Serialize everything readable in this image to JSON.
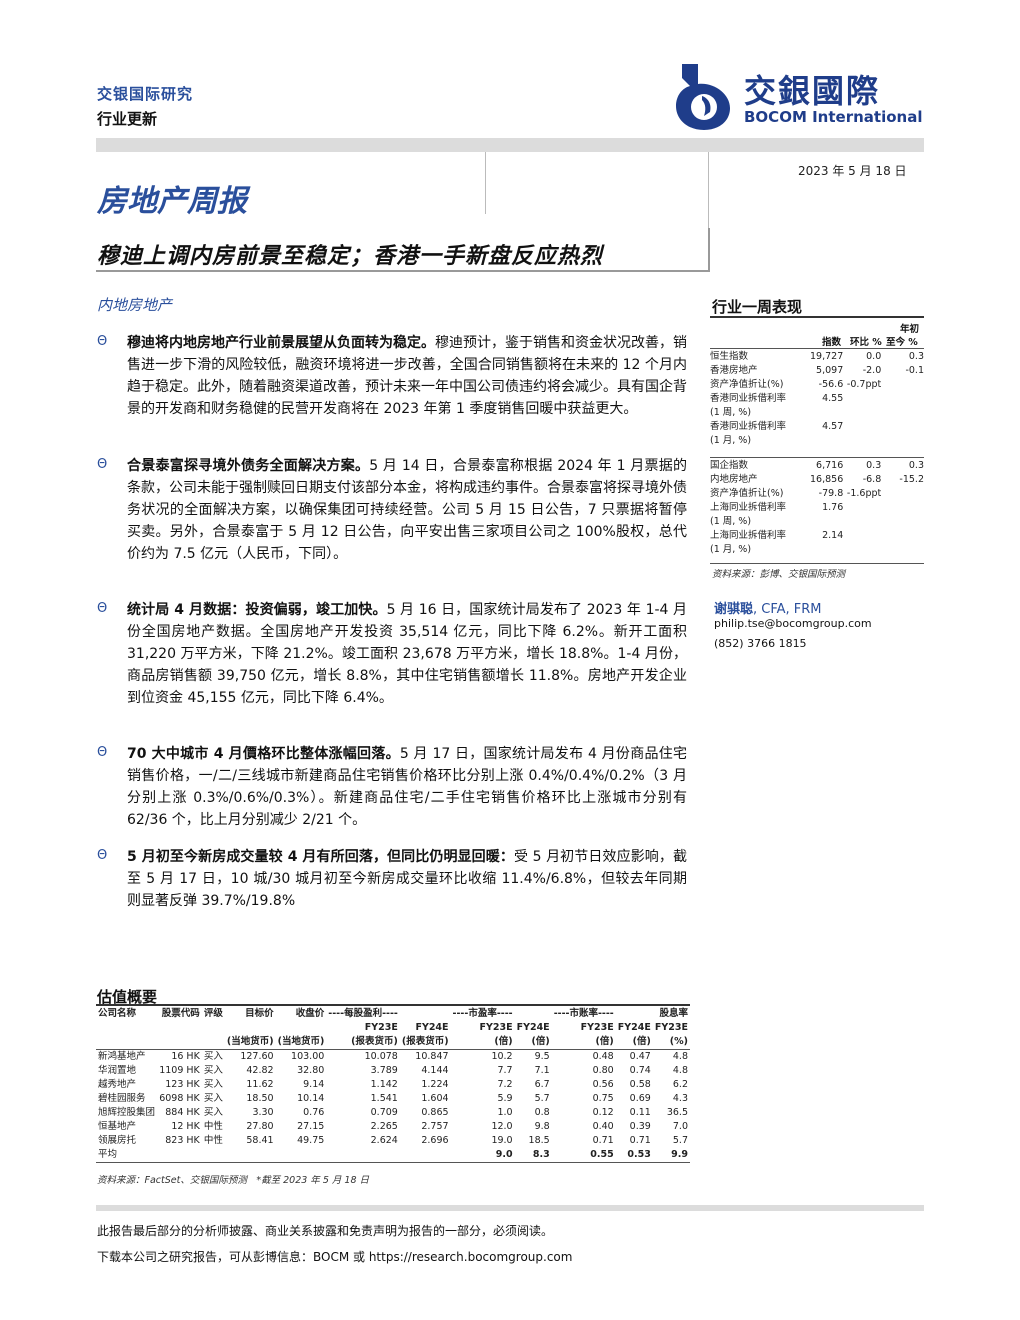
{
  "header": {
    "brand": "交银国际研究",
    "doc_type": "行业更新",
    "logo_cn": "交銀國際",
    "logo_en": "BOCOM International",
    "date": "2023 年 5 月 18 日",
    "series_title": "房地产周报",
    "headline": "穆迪上调内房前景至稳定；香港一手新盘反应热烈"
  },
  "main": {
    "section": "内地房地产",
    "bullets": [
      {
        "bold": "穆迪将内地房地产行业前景展望从负面转为稳定。",
        "text": "穆迪预计，鉴于销售和资金状况改善，销售进一步下滑的风险较低，融资环境将进一步改善，全国合同销售额将在未来的 12 个月内趋于稳定。此外，随着融资渠道改善，预计未来一年中国公司债违约将会减少。具有国企背景的开发商和财务稳健的民营开发商将在 2023 年第 1 季度销售回暖中获益更大。"
      },
      {
        "bold": "合景泰富探寻境外债务全面解决方案。",
        "text": "5 月 14 日，合景泰富称根据 2024 年 1 月票据的条款，公司未能于强制赎回日期支付该部分本金，将构成违约事件。合景泰富将探寻境外债务状况的全面解决方案，以确保集团可持续经营。公司 5 月 15 日公告，7 只票据将暂停买卖。另外，合景泰富于 5 月 12 日公告，向平安出售三家项目公司之 100%股权，总代价约为 7.5 亿元（人民币，下同）。"
      },
      {
        "bold": "统计局 4 月数据：投资偏弱，竣工加快。",
        "text": "5 月 16 日，国家统计局发布了 2023 年 1-4 月份全国房地产数据。全国房地产开发投资 35,514 亿元，同比下降 6.2%。新开工面积 31,220 万平方米，下降 21.2%。竣工面积 23,678 万平方米，增长 18.8%。1-4 月份，商品房销售额 39,750 亿元，增长 8.8%，其中住宅销售额增长 11.8%。房地产开发企业到位资金 45,155 亿元，同比下降 6.4%。"
      },
      {
        "bold": "70 大中城市 4 月價格环比整体涨幅回落。",
        "text": "5 月 17 日，国家统计局发布 4 月份商品住宅销售价格，一/二/三线城市新建商品住宅销售价格环比分别上涨 0.4%/0.4%/0.2%（3 月分别上涨 0.3%/0.6%/0.3%）。新建商品住宅/二手住宅销售价格环比上涨城市分别有 62/36 个，比上月分别减少 2/21 个。"
      },
      {
        "bold": "5 月初至今新房成交量较 4 月有所回落，但同比仍明显回暖：",
        "text": "受 5 月初节日效应影响，截至 5 月 17 日，10 城/30 城月初至今新房成交量环比收缩 11.4%/6.8%，但较去年同期则显著反弹 39.7%/19.8%"
      }
    ]
  },
  "sidebar": {
    "perf_title": "行业一周表现",
    "perf_headers": {
      "index": "指数",
      "wow": "环比 %",
      "ytd_l1": "年初",
      "ytd_l2": "至今 %"
    },
    "perf_group1": [
      {
        "label": "恒生指数",
        "index": "19,727",
        "wow": "0.0",
        "ytd": "0.3"
      },
      {
        "label": "香港房地产",
        "index": "5,097",
        "wow": "-2.0",
        "ytd": "-0.1"
      },
      {
        "label": "资产净值折让(%)",
        "index": "-56.6",
        "wow": "-0.7ppt",
        "ytd": ""
      },
      {
        "label": "香港同业拆借利率",
        "label2": "(1 周, %)",
        "index": "4.55",
        "wow": "",
        "ytd": ""
      },
      {
        "label": "香港同业拆借利率",
        "label2": "(1 月, %)",
        "index": "4.57",
        "wow": "",
        "ytd": ""
      }
    ],
    "perf_group2": [
      {
        "label": "国企指数",
        "index": "6,716",
        "wow": "0.3",
        "ytd": "0.3"
      },
      {
        "label": "内地房地产",
        "index": "16,856",
        "wow": "-6.8",
        "ytd": "-15.2"
      },
      {
        "label": "资产净值折让(%)",
        "index": "-79.8",
        "wow": "-1.6ppt",
        "ytd": ""
      },
      {
        "label": "上海同业拆借利率",
        "label2": "(1 周, %)",
        "index": "1.76",
        "wow": "",
        "ytd": ""
      },
      {
        "label": "上海同业拆借利率",
        "label2": "(1 月, %)",
        "index": "2.14",
        "wow": "",
        "ytd": ""
      }
    ],
    "perf_source": "资料来源：彭博、交银国际预测",
    "analyst_name": "谢骐聪",
    "analyst_cred": ", CFA, FRM",
    "email": "philip.tse@bocomgroup.com",
    "phone": "(852) 3766 1815"
  },
  "valuation": {
    "title": "估值概要",
    "headers1": [
      "公司名称",
      "股票代码",
      "评级",
      "目标价",
      "收盘价",
      "----每股盈利----",
      "",
      "----市盈率----",
      "",
      "----市账率----",
      "",
      "股息率"
    ],
    "headers2": [
      "",
      "",
      "",
      "",
      "",
      "FY23E",
      "FY24E",
      "FY23E",
      "FY24E",
      "FY23E",
      "FY24E",
      "FY23E"
    ],
    "headers3": [
      "",
      "",
      "",
      "(当地货币)",
      "(当地货币)",
      "(报表货币)",
      "(报表货币)",
      "(倍)",
      "(倍)",
      "(倍)",
      "(倍)",
      "(%)"
    ],
    "rows": [
      [
        "新鸿基地产",
        "16 HK",
        "买入",
        "127.60",
        "103.00",
        "10.078",
        "10.847",
        "10.2",
        "9.5",
        "0.48",
        "0.47",
        "4.8"
      ],
      [
        "华润置地",
        "1109 HK",
        "买入",
        "42.82",
        "32.80",
        "3.789",
        "4.144",
        "7.7",
        "7.1",
        "0.80",
        "0.74",
        "4.8"
      ],
      [
        "越秀地产",
        "123 HK",
        "买入",
        "11.62",
        "9.14",
        "1.142",
        "1.224",
        "7.2",
        "6.7",
        "0.56",
        "0.58",
        "6.2"
      ],
      [
        "碧桂园服务",
        "6098 HK",
        "买入",
        "18.50",
        "10.14",
        "1.541",
        "1.604",
        "5.9",
        "5.7",
        "0.75",
        "0.69",
        "4.3"
      ],
      [
        "旭辉控股集团",
        "884 HK",
        "买入",
        "3.30",
        "0.76",
        "0.709",
        "0.865",
        "1.0",
        "0.8",
        "0.12",
        "0.11",
        "36.5"
      ],
      [
        "恒基地产",
        "12 HK",
        "中性",
        "27.80",
        "27.15",
        "2.265",
        "2.757",
        "12.0",
        "9.8",
        "0.40",
        "0.39",
        "7.0"
      ],
      [
        "领展房托",
        "823 HK",
        "中性",
        "58.41",
        "49.75",
        "2.624",
        "2.696",
        "19.0",
        "18.5",
        "0.71",
        "0.71",
        "5.7"
      ]
    ],
    "avg": [
      "平均",
      "",
      "",
      "",
      "",
      "",
      "",
      "9.0",
      "8.3",
      "0.55",
      "0.53",
      "9.9"
    ],
    "source": "资料来源：FactSet、交银国际预测　*截至 2023 年 5 月 18 日"
  },
  "footer": {
    "disclaimer": "此报告最后部分的分析师披露、商业关系披露和免责声明为报告的一部分，必须阅读。",
    "download": "下载本公司之研究报告，可从彭博信息：BOCM 或 https://research.bocomgroup.com"
  },
  "colors": {
    "accent": "#2a4f9c",
    "band": "#dcdcdc"
  }
}
